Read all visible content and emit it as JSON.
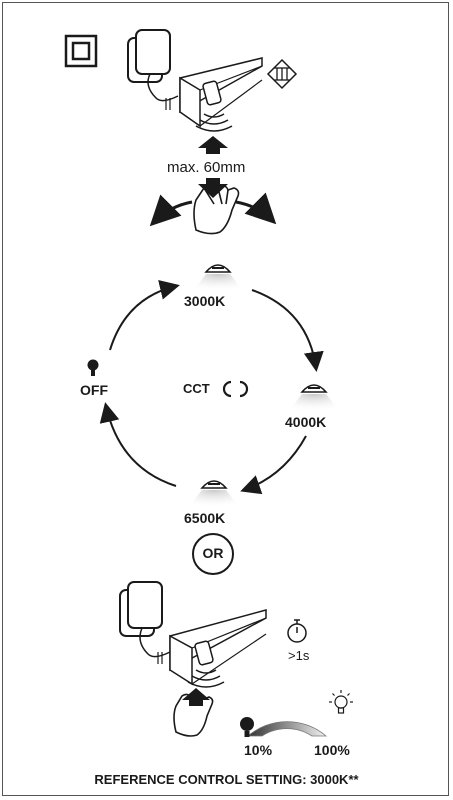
{
  "distance": {
    "label": "max. 60mm"
  },
  "cycle": {
    "center_label": "CCT",
    "states": {
      "warm": "3000K",
      "neutral": "4000K",
      "cool": "6500K",
      "off": "OFF"
    }
  },
  "or_label": "OR",
  "dimming": {
    "timer_label": ">1s",
    "min_label": "10%",
    "max_label": "100%"
  },
  "footer": {
    "text": "REFERENCE CONTROL SETTING: 3000K**"
  },
  "icons": [
    "class-ii-icon",
    "class-iii-icon",
    "plug-adapter-icon",
    "light-bar-icon",
    "sensor-waves-icon",
    "hand-icon",
    "lamp-icon",
    "bulb-off-icon",
    "bulb-on-icon",
    "stopwatch-icon",
    "cycle-icon"
  ]
}
